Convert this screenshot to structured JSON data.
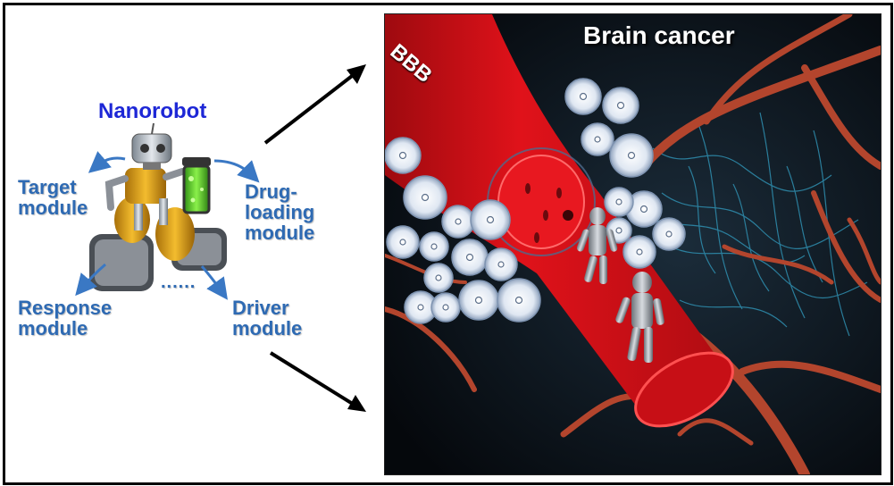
{
  "left_panel": {
    "title": "Nanorobot",
    "modules": {
      "target": [
        "Target",
        "module"
      ],
      "drug_loading": [
        "Drug-",
        "loading",
        "module"
      ],
      "response": [
        "Response",
        "module"
      ],
      "driver": [
        "Driver",
        "module"
      ]
    },
    "ellipsis": "......"
  },
  "right_panel": {
    "bbb_label": "BBB",
    "title": "Brain cancer"
  },
  "colors": {
    "module_text": "#2e6ab3",
    "title_text": "#1d27d6",
    "vessel": "#e0121a",
    "background": "#0e141c"
  }
}
